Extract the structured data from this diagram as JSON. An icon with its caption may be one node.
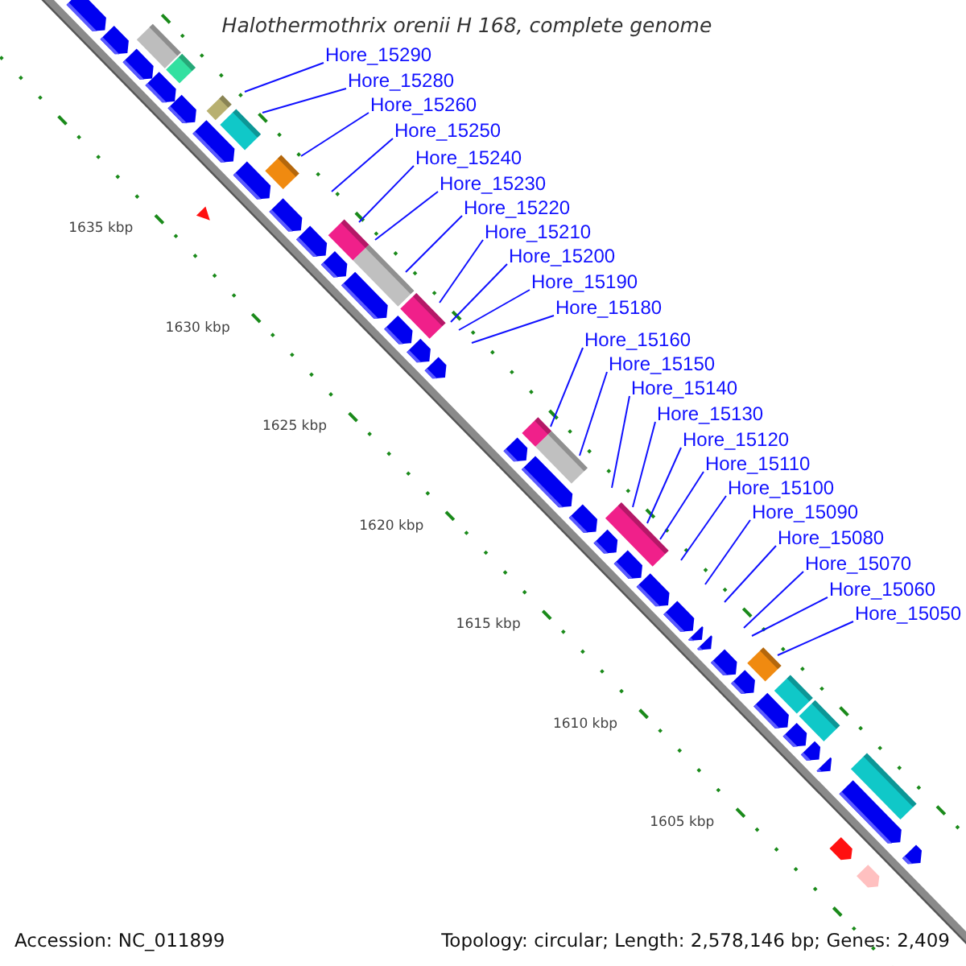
{
  "diagram": {
    "title": "Halothermothrix orenii H 168, complete genome",
    "nodes": [
      {
        "text": [
          "Hore_15290"
        ]
      },
      {
        "text": [
          "Hore_15280"
        ]
      },
      {
        "text": [
          "Hore_15260"
        ]
      },
      {
        "text": [
          "Hore_15250"
        ]
      },
      {
        "text": [
          "Hore_15240"
        ]
      },
      {
        "text": [
          "Hore_15230"
        ]
      },
      {
        "text": [
          "Hore_15220"
        ]
      },
      {
        "text": [
          "Hore_15210"
        ]
      },
      {
        "text": [
          "Hore_15200"
        ]
      },
      {
        "text": [
          "Hore_15190"
        ]
      },
      {
        "text": [
          "Hore_15180"
        ]
      },
      {
        "text": [
          "Hore_15160"
        ]
      },
      {
        "text": [
          "Hore_15150"
        ]
      },
      {
        "text": [
          "Hore_15140"
        ]
      },
      {
        "text": [
          "Hore_15130"
        ]
      },
      {
        "text": [
          "Hore_15120"
        ]
      },
      {
        "text": [
          "Hore_15110"
        ]
      },
      {
        "text": [
          "Hore_15100"
        ]
      },
      {
        "text": [
          "Hore_15090"
        ]
      },
      {
        "text": [
          "Hore_15080"
        ]
      },
      {
        "text": [
          "Hore_15070"
        ]
      },
      {
        "text": [
          "Hore_15060"
        ]
      },
      {
        "text": [
          "Hore_15050"
        ]
      }
    ],
    "edges": [
      {
        "from": 0,
        "to": null,
        "arrow": "none"
      },
      {
        "from": 1,
        "to": null,
        "arrow": "none"
      },
      {
        "from": 2,
        "to": null,
        "arrow": "none"
      },
      {
        "from": 3,
        "to": null,
        "arrow": "none"
      },
      {
        "from": 4,
        "to": null,
        "arrow": "none"
      },
      {
        "from": 5,
        "to": null,
        "arrow": "none"
      },
      {
        "from": 6,
        "to": null,
        "arrow": "none"
      },
      {
        "from": 7,
        "to": null,
        "arrow": "none"
      },
      {
        "from": 8,
        "to": null,
        "arrow": "none"
      },
      {
        "from": 9,
        "to": null,
        "arrow": "none"
      },
      {
        "from": 10,
        "to": null,
        "arrow": "none"
      },
      {
        "from": 11,
        "to": null,
        "arrow": "none"
      },
      {
        "from": 12,
        "to": null,
        "arrow": "none"
      },
      {
        "from": 13,
        "to": null,
        "arrow": "none"
      },
      {
        "from": 14,
        "to": null,
        "arrow": "none"
      },
      {
        "from": 15,
        "to": null,
        "arrow": "none"
      },
      {
        "from": 16,
        "to": null,
        "arrow": "none"
      },
      {
        "from": 17,
        "to": null,
        "arrow": "none"
      },
      {
        "from": 18,
        "to": null,
        "arrow": "none"
      },
      {
        "from": 19,
        "to": null,
        "arrow": "none"
      },
      {
        "from": 20,
        "to": null,
        "arrow": "none"
      },
      {
        "from": 21,
        "to": null,
        "arrow": "none"
      },
      {
        "from": 22,
        "to": null,
        "arrow": "none"
      }
    ],
    "labels": [
      "1635 kbp",
      "1630 kbp",
      "1625 kbp",
      "1620 kbp",
      "1615 kbp",
      "1610 kbp",
      "1605 kbp",
      "Accession: NC_011899",
      "Topology: circular; Length: 2,578,146 bp; Genes: 2,409"
    ]
  }
}
